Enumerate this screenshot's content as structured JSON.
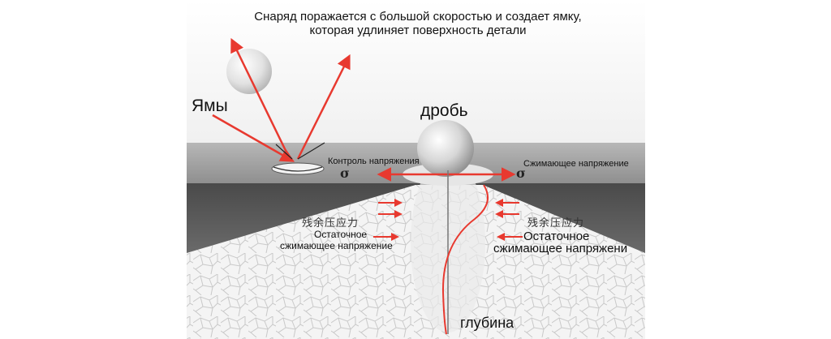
{
  "title": {
    "line1": "Снаряд поражается с большой скоростью и создает ямку,",
    "line2": "которая удлиняет поверхность детали"
  },
  "labels": {
    "pits": "Ямы",
    "shot": "дробь",
    "stress_control": "Контроль напряжения",
    "compressive_stress": "Сжимающее напряжение",
    "sigma": "σ",
    "residual_zh": "残余压应力",
    "residual_left_1": "Остаточное",
    "residual_left_2": "сжимающее напряжение",
    "residual_right_1": "Остаточное",
    "residual_right_2": "сжимающее напряжени",
    "depth": "глубина"
  },
  "colors": {
    "arrow_red": "#e8392f",
    "surface_light": "#a9a9a9",
    "surface_dark": "#5a5a5a",
    "background_top": "#ececec"
  }
}
